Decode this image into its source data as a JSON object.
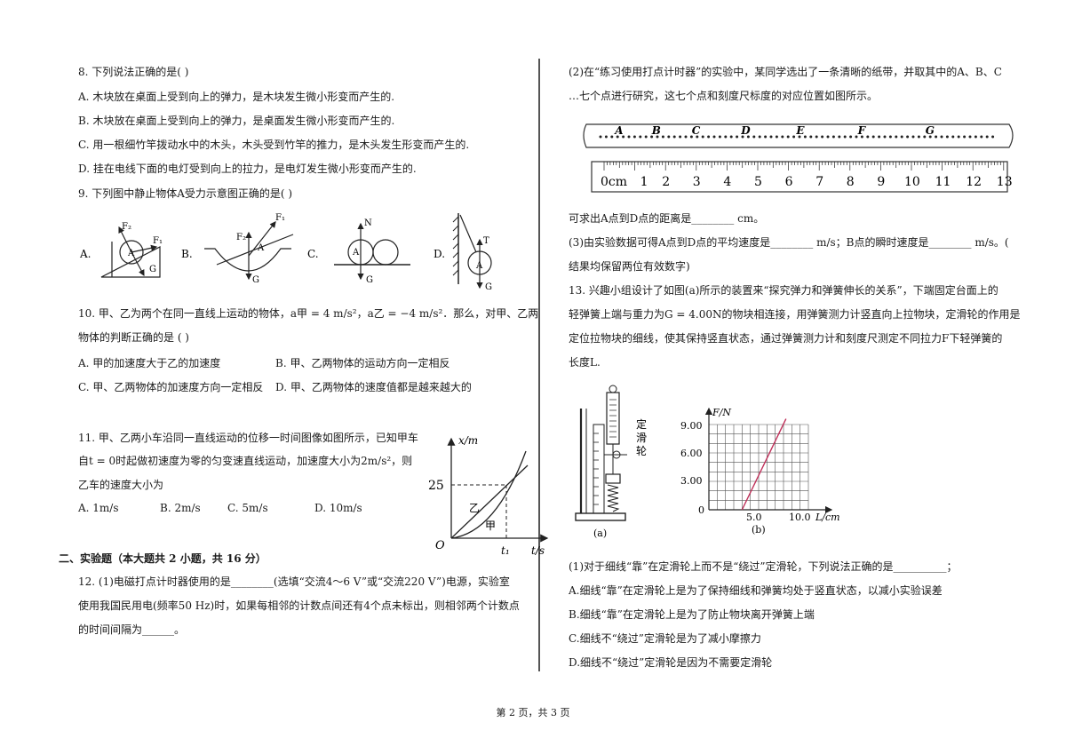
{
  "q8": {
    "stem": "8.  下列说法正确的是(   )",
    "options": [
      "A.  木块放在桌面上受到向上的弹力，是木块发生微小形变而产生的.",
      "B.  木块放在桌面上受到向上的弹力，是桌面发生微小形变而产生的.",
      "C.  用一根细竹竿拨动水中的木头，木头受到竹竿的推力，是木头发生形变而产生的.",
      "D.  挂在电线下面的电灯受到向上的拉力，是电灯发生微小形变而产生的."
    ]
  },
  "q9": {
    "stem": "9.  下列图中静止物体A受力示意图正确的是(   )",
    "option_labels": [
      "A.",
      "B.",
      "C.",
      "D."
    ],
    "labels": {
      "F1": "F₁",
      "F2": "F₂",
      "N": "N",
      "G": "G",
      "T": "T",
      "A": "A"
    }
  },
  "q10": {
    "stem1": "10.  甲、乙为两个在同一直线上运动的物体，a甲 = 4 m/s²，a乙 = −4 m/s²．那么，对甲、乙两",
    "stem2": "物体的判断正确的是 (   )",
    "optA": "A.  甲的加速度大于乙的加速度",
    "optB": "B.  甲、乙两物体的运动方向一定相反",
    "optC": "C.  甲、乙两物体的加速度方向一定相反",
    "optD": "D.  甲、乙两物体的速度值都是越来越大的"
  },
  "q11": {
    "stem1": "11.  甲、乙两小车沿同一直线运动的位移一时间图像如图所示，已知甲车",
    "stem2": "自t = 0时起做初速度为零的匀变速直线运动，加速度大小为2m/s²，则",
    "stem3": "乙车的速度大小为",
    "optA": "A.  1m/s",
    "optB": "B.  2m/s",
    "optC": "C.  5m/s",
    "optD": "D.  10m/s",
    "graph": {
      "ylabel": "x/m",
      "xlabel": "t/s",
      "origin": "O",
      "y_value": "25",
      "t_label": "t₁",
      "curve_jia": "甲",
      "curve_yi": "乙"
    }
  },
  "section2": {
    "title": "二、实验题（本大题共 2 小题，共 16 分）"
  },
  "q12": {
    "p1_line1": "12. (1)电磁打点计时器使用的是________(选填“交流4～6 V”或“交流220 V”)电源，实验室",
    "p1_line2": "使用我国民用电(频率50 Hz)时，如果每相邻的计数点间还有4个点未标出，则相邻两个计数点",
    "p1_line3": "的时间间隔为______。",
    "p2_line1": "(2)在“练习使用打点计时器”的实验中，某同学选出了一条清晰的纸带，并取其中的A、B、C",
    "p2_line2": "…七个点进行研究，这七个点和刻度尺标度的对应位置如图所示。",
    "tape_points": [
      "A",
      "B",
      "C",
      "D",
      "E",
      "F",
      "G"
    ],
    "ruler_unit": "0cm",
    "ruler_ticks": [
      "1",
      "2",
      "3",
      "4",
      "5",
      "6",
      "7",
      "8",
      "9",
      "10",
      "11",
      "12",
      "13"
    ],
    "p2_ans": "可求出A点到D点的距离是________ cm。",
    "p3_line1": "(3)由实验数据可得A点到D点的平均速度是________ m/s；B点的瞬时速度是________ m/s。(",
    "p3_line2": "结果均保留两位有效数字)"
  },
  "q13": {
    "line1": "13. 兴趣小组设计了如图(a)所示的装置来“探究弹力和弹簧伸长的关系”，下端固定台面上的",
    "line2": "轻弹簧上端与重力为G = 4.00N的物块相连接，用弹簧测力计竖直向上拉物块，定滑轮的作用是",
    "line3": "定位拉物块的细线，使其保持竖直状态，通过弹簧测力计和刻度尺测定不同拉力F下轻弹簧的",
    "line4": "长度L.",
    "fig_a": {
      "label": "(a)",
      "pulley_label": [
        "定",
        "滑",
        "轮"
      ]
    },
    "fig_b": {
      "label": "(b)",
      "ylabel": "F/N",
      "xlabel": "L/cm",
      "yticks": [
        "9.00",
        "6.00",
        "3.00",
        "0"
      ],
      "xticks": [
        "5.0",
        "10.0"
      ]
    },
    "q1": "(1)对于细线“靠”在定滑轮上而不是“绕过”定滑轮，下列说法正确的是__________；",
    "optA": "A.细线“靠”在定滑轮上是为了保持细线和弹簧均处于竖直状态，以减小实验误差",
    "optB": "B.细线“靠”在定滑轮上是为了防止物块离开弹簧上端",
    "optC": "C.细线不“绕过”定滑轮是为了减小摩擦力",
    "optD": "D.细线不“绕过”定滑轮是因为不需要定滑轮"
  },
  "footer": "第 2 页，共 3 页"
}
